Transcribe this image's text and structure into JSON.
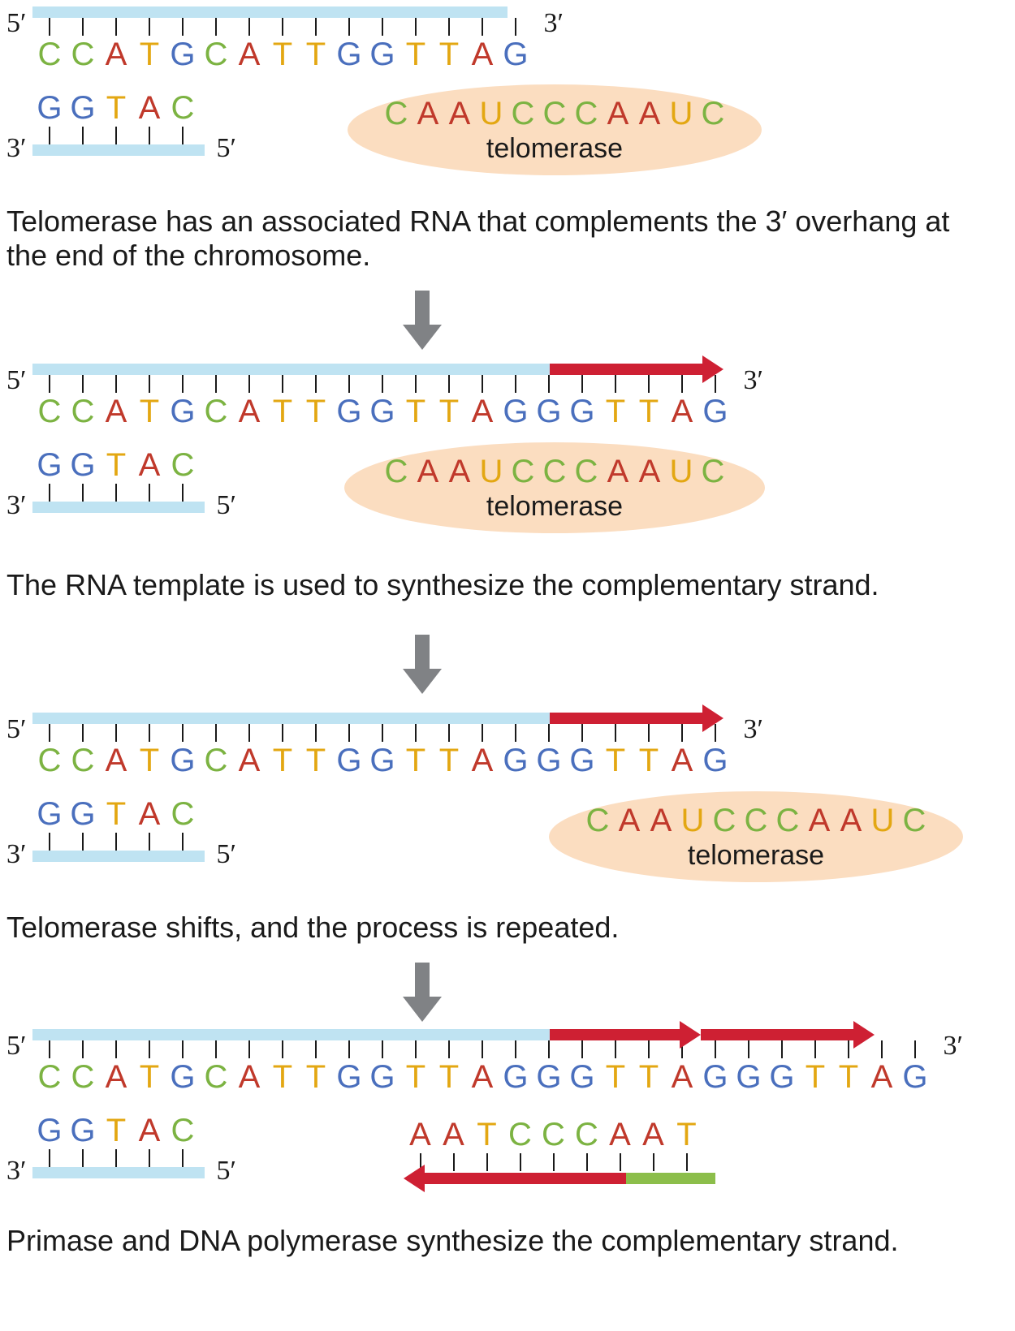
{
  "colors": {
    "base_C": "#7cb342",
    "base_A": "#c0392b",
    "base_T": "#e3a712",
    "base_U": "#e3a712",
    "base_G": "#4a6fbd",
    "backbone_dna": "#bfe3f2",
    "new_dna_arrow": "#ce2033",
    "rna_primer": "#8cbe4b",
    "telomerase_body": "#fbddc0",
    "process_arrow": "#808285",
    "text": "#1a1a1a"
  },
  "labels": {
    "five_prime": "5′",
    "three_prime": "3′",
    "telomerase": "telomerase"
  },
  "steps": [
    {
      "id": "step-1",
      "top_strand": "CCATGCATTGGTTAG",
      "bottom_strand": "GGTAC",
      "top_left_label": "5′",
      "top_right_label": "3′",
      "bottom_left_label": "3′",
      "bottom_right_label": "5′",
      "telomerase_rna": "CAAUCCCAAUC",
      "new_synthesis_bases": 0,
      "caption": "Telomerase has an associated RNA that complements the 3′ overhang at the end of the chromosome."
    },
    {
      "id": "step-2",
      "top_strand": "CCATGCATTGGTTAGGGTTAG",
      "bottom_strand": "GGTAC",
      "top_left_label": "5′",
      "top_right_label": "3′",
      "bottom_left_label": "3′",
      "bottom_right_label": "5′",
      "telomerase_rna": "CAAUCCCAAUC",
      "new_synthesis_bases": 6,
      "caption": "The RNA template is used to synthesize the complementary strand."
    },
    {
      "id": "step-3",
      "top_strand": "CCATGCATTGGTTAGGGTTAG",
      "bottom_strand": "GGTAC",
      "top_left_label": "5′",
      "top_right_label": "3′",
      "bottom_left_label": "3′",
      "bottom_right_label": "5′",
      "telomerase_rna": "CAAUCCCAAUC",
      "new_synthesis_bases": 6,
      "caption": "Telomerase shifts, and the process is repeated."
    },
    {
      "id": "step-4",
      "top_strand": "CCATGCATTGGTTAGGGTTAGGGTTAG",
      "bottom_strand": "GGTAC",
      "primer_strand": "AATCCCAAT",
      "top_left_label": "5′",
      "top_right_label": "3′",
      "bottom_left_label": "3′",
      "bottom_right_label": "5′",
      "new_synthesis_bases": 12,
      "caption": "Primase and DNA polymerase synthesize the complementary strand."
    }
  ],
  "chart_data": {
    "type": "diagram",
    "title": "Telomerase action at the chromosome end",
    "panels": 4,
    "sequences": {
      "step1_top": "CCATGCATTGGTTAG",
      "step1_bottom": "GGTAC",
      "step2_top": "CCATGCATTGGTTAGGGTTAG",
      "step3_top": "CCATGCATTGGTTAGGGTTAG",
      "step4_top": "CCATGCATTGGTTAGGGTTAGGGTTAG",
      "step4_primer": "AATCCCAAT",
      "telomerase_rna": "CAAUCCCAAUC"
    }
  }
}
